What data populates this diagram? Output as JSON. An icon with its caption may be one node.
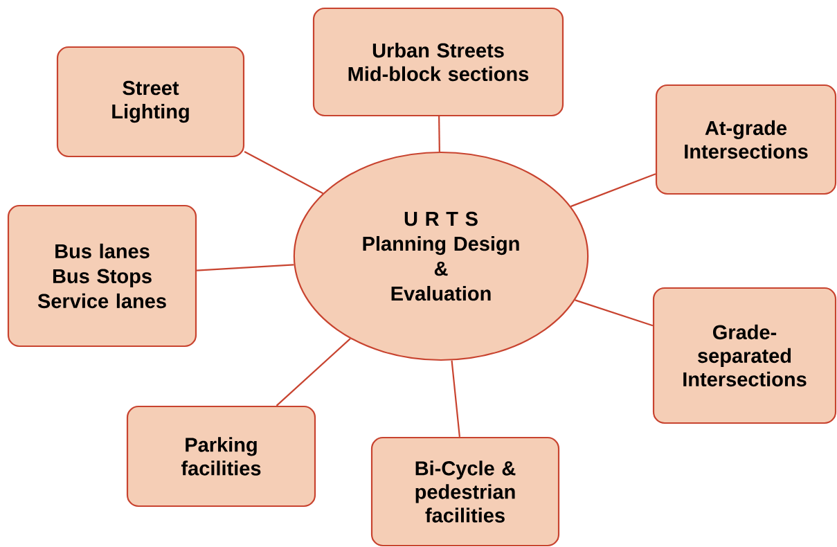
{
  "diagram": {
    "nodes": [
      {
        "text": [
          "U R T S",
          "Planning Design",
          "&",
          "Evaluation"
        ]
      },
      {
        "text": [
          "Street Lighting"
        ]
      },
      {
        "text": [
          "Urban Streets Mid-block sections"
        ]
      },
      {
        "text": [
          "At-grade Intersections"
        ]
      },
      {
        "text": [
          "Bus lanes",
          "Bus Stops",
          "Service lanes"
        ]
      },
      {
        "text": [
          "Grade-separated Intersections"
        ]
      },
      {
        "text": [
          "Parking facilities"
        ]
      },
      {
        "text": [
          "Bi-Cycle & pedestrian facilities"
        ]
      }
    ],
    "edges": [
      {
        "from": 0,
        "to": 1,
        "arrow": "none"
      },
      {
        "from": 0,
        "to": 2,
        "arrow": "none"
      },
      {
        "from": 0,
        "to": 3,
        "arrow": "none"
      },
      {
        "from": 0,
        "to": 4,
        "arrow": "none"
      },
      {
        "from": 0,
        "to": 5,
        "arrow": "none"
      },
      {
        "from": 0,
        "to": 6,
        "arrow": "none"
      },
      {
        "from": 0,
        "to": 7,
        "arrow": "none"
      }
    ]
  }
}
